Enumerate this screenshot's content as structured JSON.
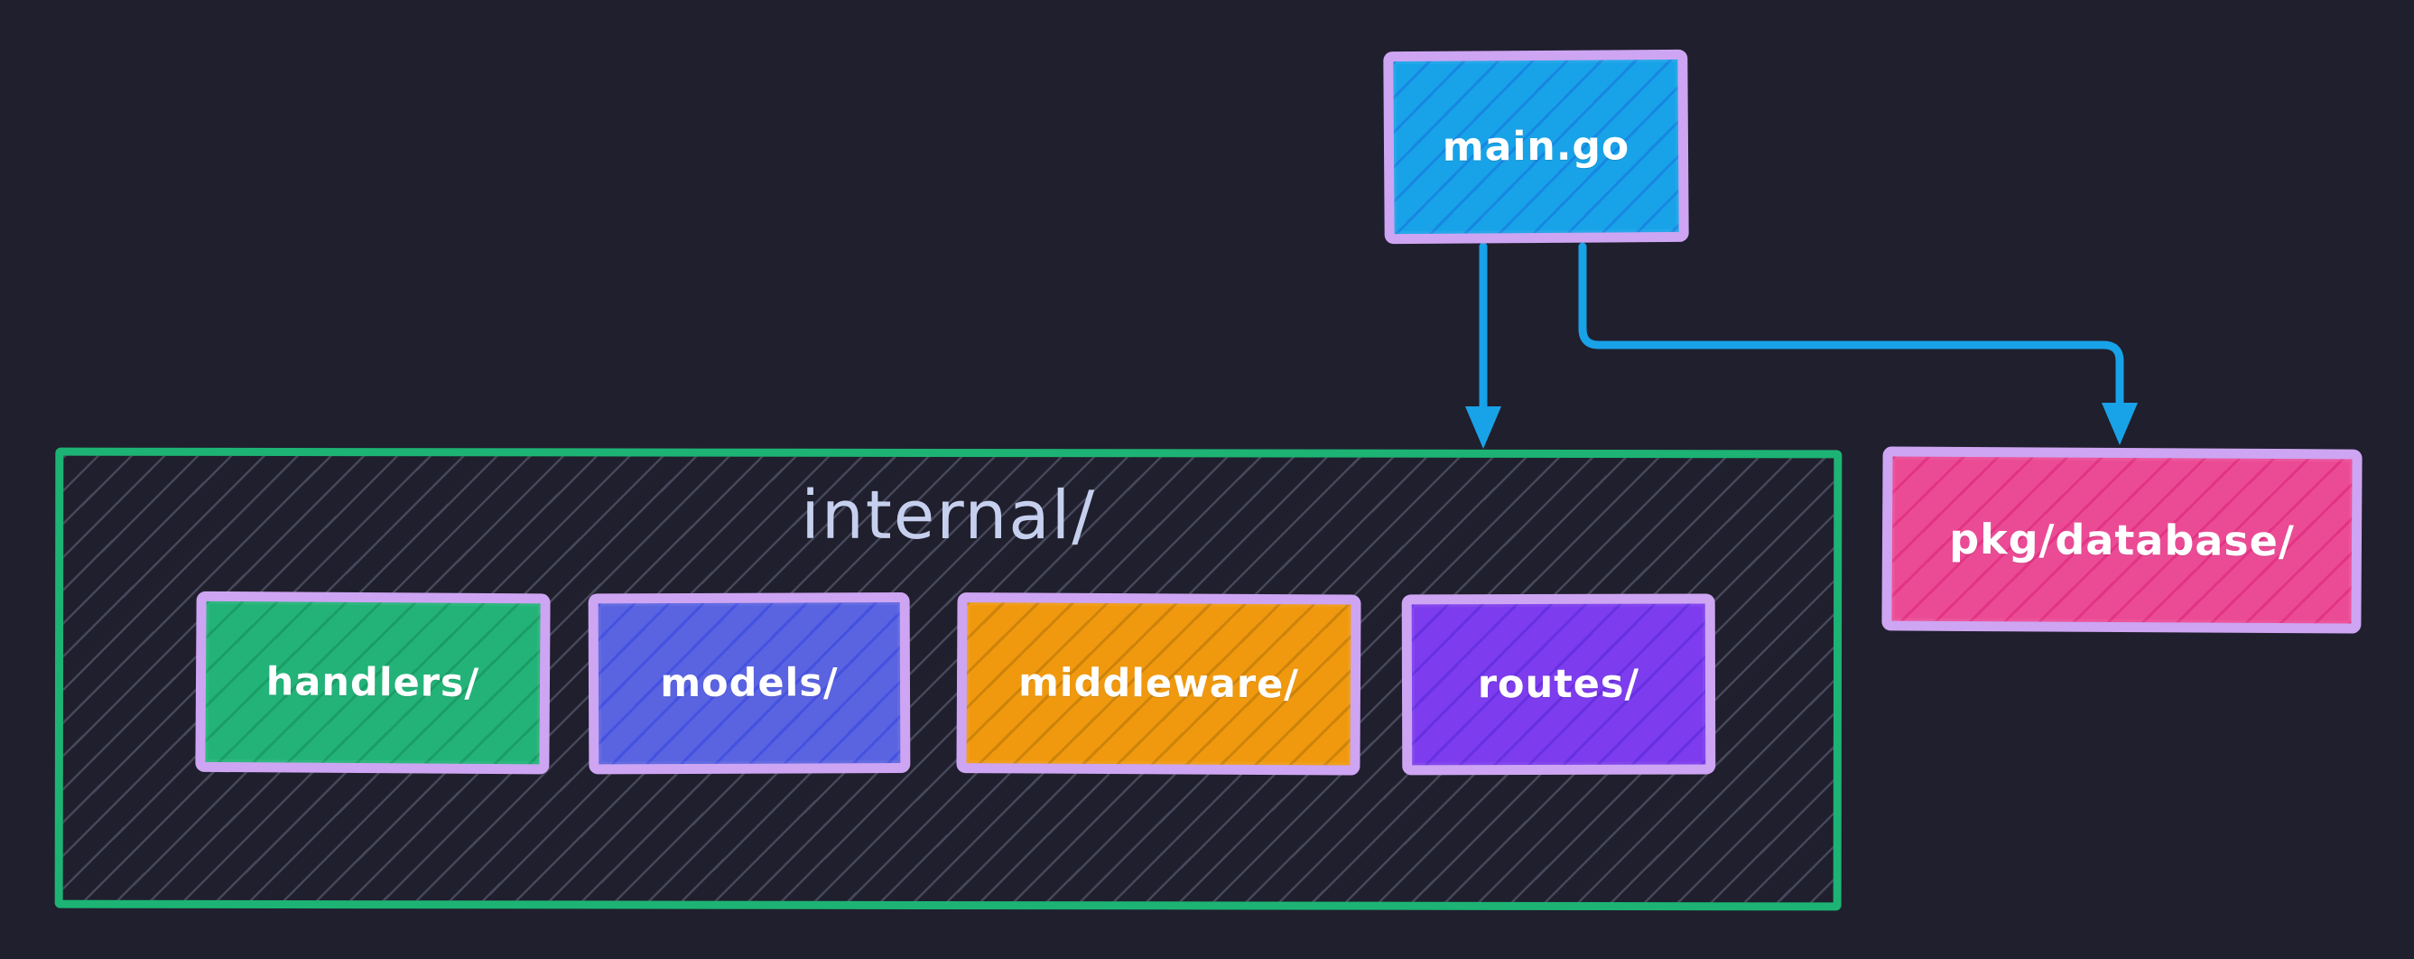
{
  "canvas": {
    "background": "#201f2d",
    "hatch_line_color": "#a5afcd"
  },
  "nodes": {
    "main": {
      "label": "main.go",
      "fill": "#18a3e8",
      "border": "#cda5f2",
      "text_color": "#ffffff",
      "css": "--fill:#18a3e8;--hatch:rgba(21,90,215,0.38);--border:#cda5f2;--text:#ffffff"
    },
    "internal": {
      "label": "internal/",
      "border": "#1db374",
      "label_color": "#c6d0ee",
      "css": "--hatch:rgba(165,175,205,0.28);--border:#1db374;--text:#c6d0ee",
      "children": [
        {
          "label": "handlers/",
          "fill": "#23b379",
          "border": "#cda5f2",
          "text_color": "#ffffff",
          "css": "--fill:#23b379;--hatch:rgba(10,120,65,0.35);--border:#cda5f2;--text:#ffffff"
        },
        {
          "label": "models/",
          "fill": "#5a63e0",
          "border": "#cda5f2",
          "text_color": "#ffffff",
          "css": "--fill:#5a63e0;--hatch:rgba(35,55,225,0.40);--border:#cda5f2;--text:#ffffff"
        },
        {
          "label": "middleware/",
          "fill": "#f0990f",
          "border": "#cda5f2",
          "text_color": "#ffffff",
          "css": "--fill:#f0990f;--hatch:rgba(140,90,0,0.35);--border:#cda5f2;--text:#ffffff"
        },
        {
          "label": "routes/",
          "fill": "#7d3ced",
          "border": "#cda5f2",
          "text_color": "#ffffff",
          "css": "--fill:#7d3ced;--hatch:rgba(70,30,210,0.40);--border:#cda5f2;--text:#ffffff"
        }
      ]
    },
    "pkg_database": {
      "label": "pkg/database/",
      "fill": "#eb4b95",
      "border": "#cda5f2",
      "text_color": "#ffffff",
      "css": "--fill:#eb4b95;--hatch:rgba(215,25,110,0.45);--border:#cda5f2;--text:#ffffff"
    }
  },
  "edges": [
    {
      "name": "main-to-internal",
      "color": "#18a2e8",
      "style": "arrow-down"
    },
    {
      "name": "main-to-pkg-database",
      "color": "#18a2e8",
      "style": "elbow-arrow"
    }
  ]
}
